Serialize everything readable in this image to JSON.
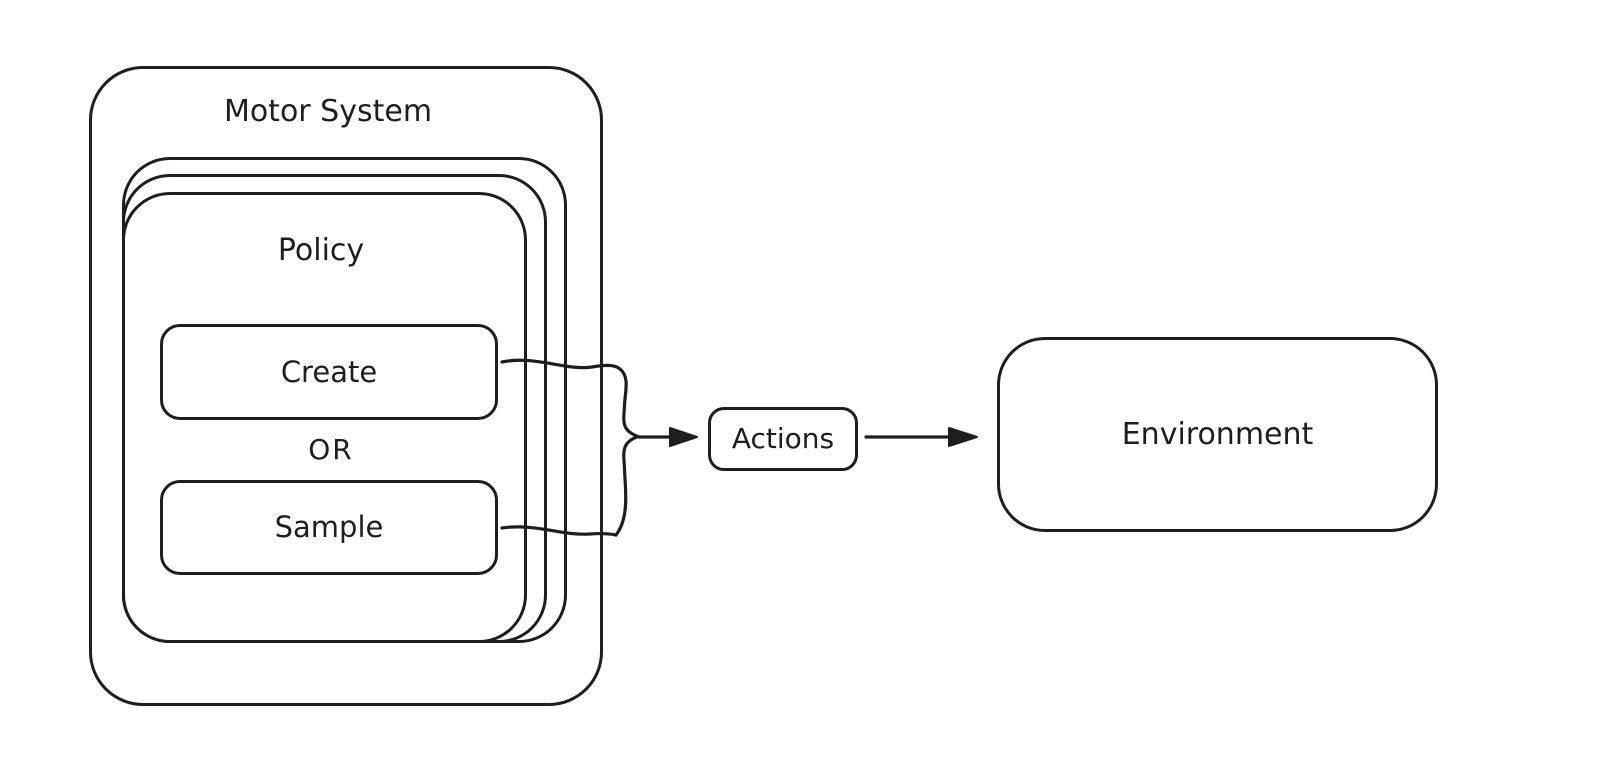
{
  "diagram": {
    "background": "#ffffff",
    "stroke": "#1e1e1e",
    "nodes": {
      "motor_system": {
        "label": "Motor System"
      },
      "policy": {
        "label": "Policy"
      },
      "create": {
        "label": "Create"
      },
      "or": {
        "label": "OR"
      },
      "sample": {
        "label": "Sample"
      },
      "actions": {
        "label": "Actions"
      },
      "environment": {
        "label": "Environment"
      }
    },
    "edges": [
      {
        "from": "create",
        "to": "actions",
        "via": "curly-brace"
      },
      {
        "from": "sample",
        "to": "actions",
        "via": "curly-brace"
      },
      {
        "from": "actions",
        "to": "environment",
        "style": "arrow"
      }
    ]
  }
}
